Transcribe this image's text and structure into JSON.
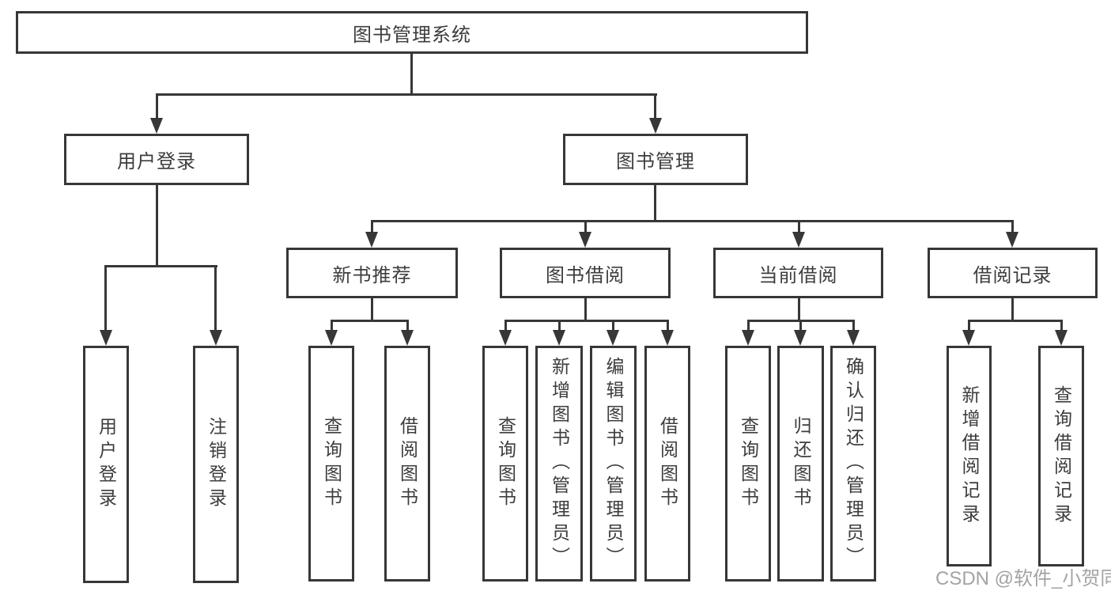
{
  "diagram": {
    "root": "图书管理系统",
    "level2": [
      "用户登录",
      "图书管理"
    ],
    "level3": [
      "新书推荐",
      "图书借阅",
      "当前借阅",
      "借阅记录"
    ],
    "leaves": {
      "login": [
        "用户登录",
        "注销登录"
      ],
      "recommend": [
        "查询图书",
        "借阅图书"
      ],
      "borrow": [
        "查询图书",
        "新增图书（管理员）",
        "编辑图书（管理员）",
        "借阅图书"
      ],
      "current": [
        "查询图书",
        "归还图书",
        "确认归还（管理员）"
      ],
      "records": [
        "新增借阅记录",
        "查询借阅记录"
      ]
    }
  },
  "watermark": "CSDN @软件_小贺同学",
  "colors": {
    "line": "#373737",
    "text": "#3d3d3d",
    "watermark": "#9c9c9c",
    "background": "#ffffff"
  }
}
